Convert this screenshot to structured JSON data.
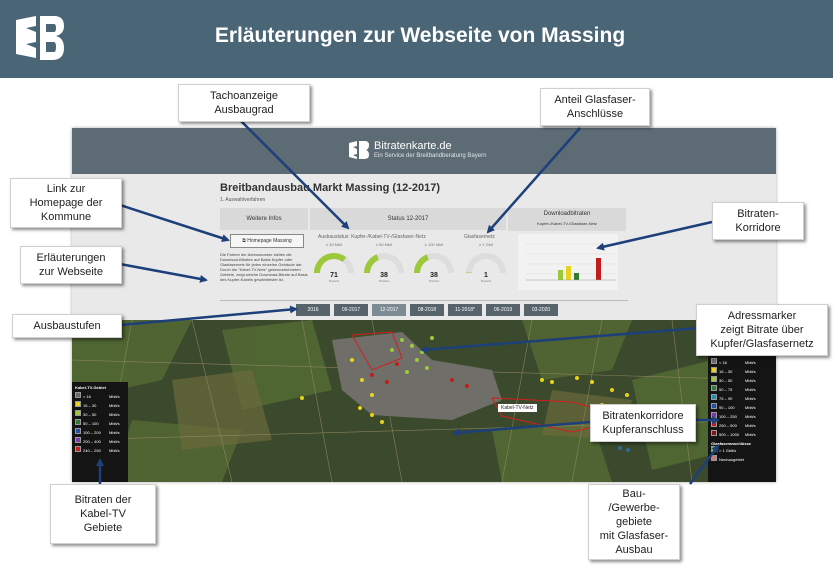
{
  "slide": {
    "title": "Erläuterungen zur Webseite von Massing",
    "brand_color": "#4a6576"
  },
  "website": {
    "site_name": "Bitratenkarte.de",
    "site_tagline": "Ein Service der Breitbandberatung Bayern",
    "page_title": "Breitbandausbau Markt Massing (12-2017)",
    "page_subtitle": "1. Auswahlverfahren",
    "tabs": [
      "Weitere Infos",
      "Status 12-2017",
      "Downloadbitraten"
    ],
    "tab_download_sub": "Kupfer-/Kabel-TV-/Glasfaser-Netz",
    "homepage_button": "Homepage Massing",
    "info_text": "Die Farben der Adressmarker stellen die Download-Bitraten auf Basis Kupfer oder Glasfasernetz für jedes einzelne Gebäude dar. Durch die \"Kabel-TV-Netz\" gekennzeichneten Gebiete, zeigt welche Download-Bitrate auf Basis des Kupfer-Kabels gewährleistet ist.",
    "gauge_header": "Ausbaustatus: Kupfer-/Kabel-TV-/Glasfaser-Netz",
    "gauge_glas_header": "Glasfasernetz",
    "gauges": [
      {
        "label": "≥ 30 Mbit",
        "value": "71",
        "unit": "Prozent",
        "fraction": 0.71
      },
      {
        "label": "≥ 50 Mbit",
        "value": "38",
        "unit": "Prozent",
        "fraction": 0.38
      },
      {
        "label": "≥ 100 Mbit",
        "value": "38",
        "unit": "Prozent",
        "fraction": 0.38
      },
      {
        "label": "≥ 1 Gbit",
        "value": "1",
        "unit": "Prozent",
        "fraction": 0.01
      }
    ],
    "stages": [
      "2016",
      "09-2017",
      "12-2017",
      "08-2018",
      "11-2018*",
      "06-2019",
      "03-2020"
    ],
    "selected_stage": "12-2017",
    "kabel_tv_label": "Kabel-TV-Netz",
    "legend_left": {
      "title": "Kabel-TV-Gebiet",
      "rows": [
        {
          "range": "< 16",
          "unit": "Mbit/s",
          "color": "#6a6a6a"
        },
        {
          "range": "16 – 30",
          "unit": "Mbit/s",
          "color": "#e8d31a"
        },
        {
          "range": "30 – 50",
          "unit": "Mbit/s",
          "color": "#9bc93a"
        },
        {
          "range": "50 – 100",
          "unit": "Mbit/s",
          "color": "#2e7d32"
        },
        {
          "range": "100 – 200",
          "unit": "Mbit/s",
          "color": "#1f4fa3"
        },
        {
          "range": "200 – 400",
          "unit": "Mbit/s",
          "color": "#7d3aa8"
        },
        {
          "range": "240 – 250",
          "unit": "Mbit/s",
          "color": "#c21d1d"
        }
      ]
    },
    "legend_right": {
      "rows": [
        {
          "range": "< 16",
          "unit": "Mbit/s",
          "color": "#6a6a6a"
        },
        {
          "range": "16 – 30",
          "unit": "Mbit/s",
          "color": "#e8d31a"
        },
        {
          "range": "30 – 50",
          "unit": "Mbit/s",
          "color": "#9bc93a"
        },
        {
          "range": "50 – 75",
          "unit": "Mbit/s",
          "color": "#2e7d32"
        },
        {
          "range": "75 – 90",
          "unit": "Mbit/s",
          "color": "#1f8fb3"
        },
        {
          "range": "90 – 100",
          "unit": "Mbit/s",
          "color": "#1f4fa3"
        },
        {
          "range": "100 – 250",
          "unit": "Mbit/s",
          "color": "#7d3aa8"
        },
        {
          "range": "250 – 500",
          "unit": "Mbit/s",
          "color": "#c21d1d"
        },
        {
          "range": "500 – 1000",
          "unit": "Mbit/s",
          "color": "#8a1212"
        }
      ],
      "glas_title": "Glasfaseranschlüsse",
      "glas_row": {
        "range": "> 1",
        "unit": "Gbit/s"
      },
      "neubau": "Neubaugebiet"
    }
  },
  "callouts": {
    "tacho": "Tachoanzeige\nAusbaugrad",
    "glas": "Anteil Glasfaser-\nAnschlüsse",
    "homepage": "Link zur\nHomepage der\nKommune",
    "korridore": "Bitraten-\nKorridore",
    "erlaeuterungen": "Erläuterungen\nzur Webseite",
    "ausbau": "Ausbaustufen",
    "adress": "Adressmarker\nzeigt Bitrate über\nKupfer/Glasfasernetz",
    "kupfer": "Bitratenkorridore\nKupferanschluss",
    "kabeltv": "Bitraten der\nKabel-TV\nGebiete",
    "gewerbe": "Bau-\n/Gewerbe-\ngebiete\nmit Glasfaser-\nAusbau"
  }
}
